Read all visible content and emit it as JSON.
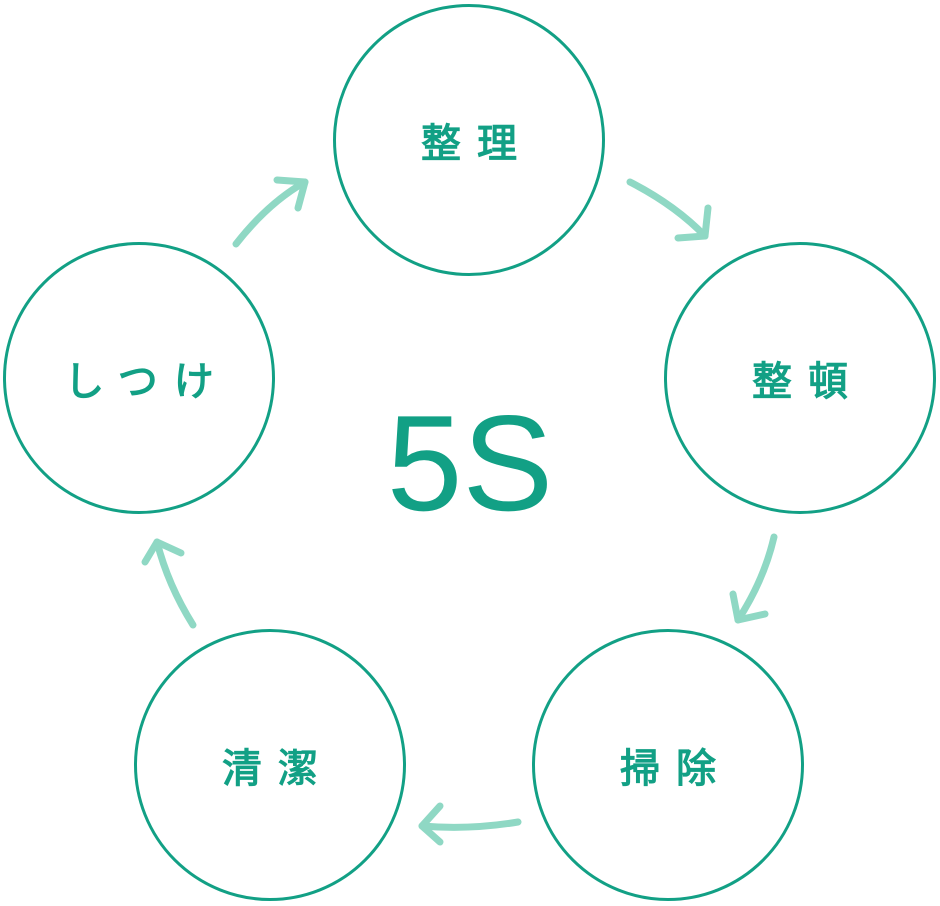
{
  "diagram": {
    "center_label": "5S",
    "steps": [
      {
        "label": "整理"
      },
      {
        "label": "整頓"
      },
      {
        "label": "掃除"
      },
      {
        "label": "清潔"
      },
      {
        "label": "しつけ"
      }
    ]
  },
  "colors": {
    "primary": "#12a085",
    "arrow": "#8fd8c4",
    "background": "#ffffff"
  }
}
